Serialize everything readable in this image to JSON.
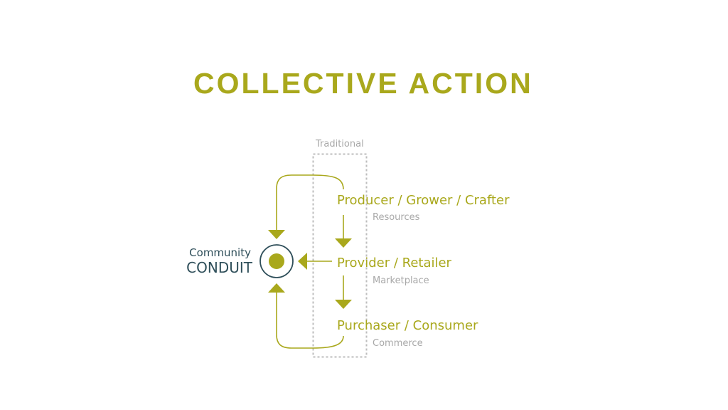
{
  "title": "COLLECTIVE ACTION",
  "traditional_label": "Traditional",
  "hub": {
    "line1": "Community",
    "line2": "CONDUIT"
  },
  "stages": [
    {
      "label": "Producer / Grower / Crafter",
      "sub": "Resources"
    },
    {
      "label": "Provider / Retailer",
      "sub": "Marketplace"
    },
    {
      "label": "Purchaser / Consumer",
      "sub": "Commerce"
    }
  ],
  "colors": {
    "accent": "#a9a81c",
    "hub": "#2f4f5a",
    "muted": "#a8a8a8"
  }
}
